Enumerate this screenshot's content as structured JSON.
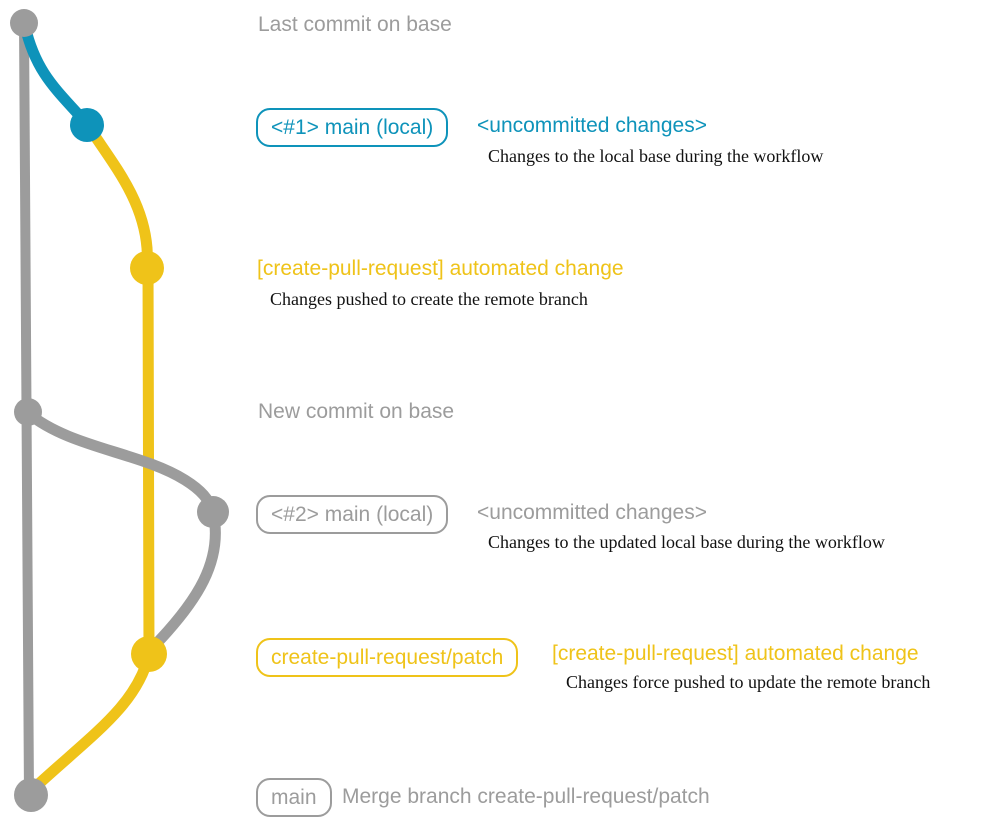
{
  "colors": {
    "gray": "#9c9c9c",
    "teal": "#0e93ba",
    "yellow": "#efc319",
    "note_dark": "#111111"
  },
  "graph": {
    "nodes": [
      {
        "id": "last-commit-on-base",
        "color": "gray"
      },
      {
        "id": "local-commit-1",
        "color": "teal"
      },
      {
        "id": "automated-change-commit-1",
        "color": "yellow"
      },
      {
        "id": "new-commit-on-base",
        "color": "gray"
      },
      {
        "id": "local-commit-2",
        "color": "gray"
      },
      {
        "id": "automated-change-commit-2",
        "color": "yellow"
      },
      {
        "id": "merge-commit",
        "color": "gray"
      }
    ]
  },
  "annotations": {
    "last_commit_heading": "Last commit on base",
    "row1": {
      "badge": "<#1> main (local)",
      "title": "<uncommitted changes>",
      "desc": "Changes to the local base during the workflow"
    },
    "row2": {
      "title": "[create-pull-request] automated change",
      "desc": "Changes pushed to create the remote branch"
    },
    "new_commit_heading": "New commit on base",
    "row3": {
      "badge": "<#2> main (local)",
      "title": "<uncommitted changes>",
      "desc": "Changes to the updated local base during the workflow"
    },
    "row4": {
      "badge": "create-pull-request/patch",
      "title": "[create-pull-request] automated change",
      "desc": "Changes force pushed to update the remote branch"
    },
    "row5": {
      "badge": "main",
      "text": "Merge branch create-pull-request/patch"
    }
  }
}
